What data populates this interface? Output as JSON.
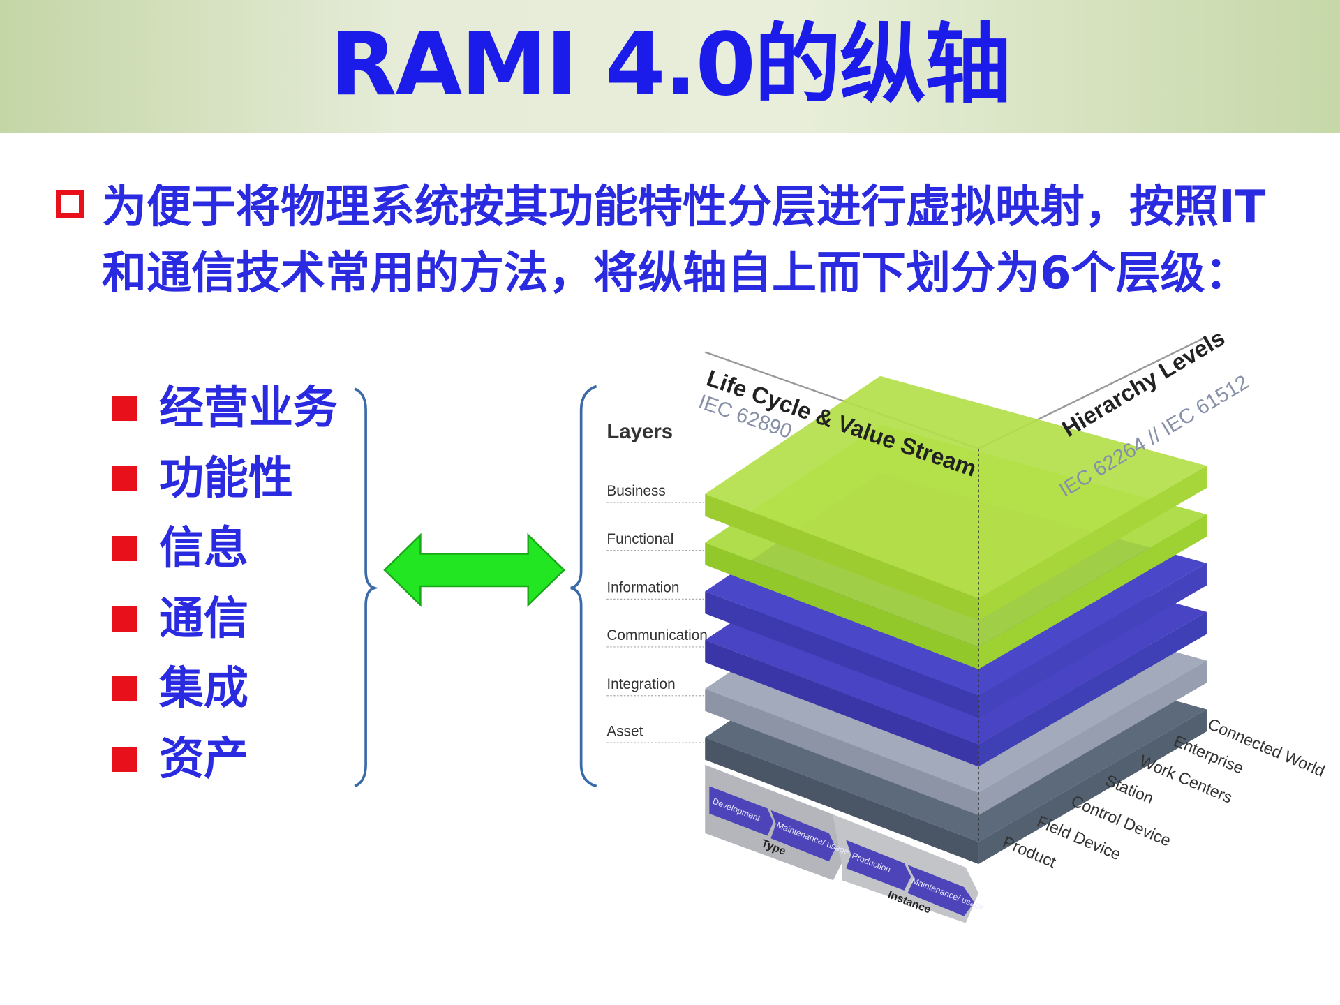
{
  "slide": {
    "title": "RAMI 4.0的纵轴",
    "intro": "为便于将物理系统按其功能特性分层进行虚拟映射，按照IT和通信技术常用的方法，将纵轴自上而下划分为6个层级：",
    "levels": [
      "经营业务",
      "功能性",
      "信息",
      "通信",
      "集成",
      "资产"
    ]
  },
  "colors": {
    "title": "#1b1bea",
    "text": "#2a2ae0",
    "bullet": "#e8101a",
    "arrow": "#22e622",
    "brace": "#3a6aa8"
  },
  "diagram": {
    "layers_title": "Layers",
    "layers": [
      "Business",
      "Functional",
      "Information",
      "Communication",
      "Integration",
      "Asset"
    ],
    "lifecycle_axis": "Life Cycle & Value Stream",
    "lifecycle_standard": "IEC 62890",
    "hierarchy_axis": "Hierarchy Levels",
    "hierarchy_standard": "IEC 62264 // IEC 61512",
    "hierarchy_levels": [
      "Connected World",
      "Enterprise",
      "Work Centers",
      "Station",
      "Control Device",
      "Field Device",
      "Product"
    ],
    "lifecycle": {
      "type_label": "Type",
      "type_steps": [
        "Development",
        "Maintenance/ usage"
      ],
      "instance_label": "Instance",
      "instance_steps": [
        "Production",
        "Maintenance/ usage"
      ]
    },
    "arrow_icon": "double-arrow-horizontal"
  }
}
